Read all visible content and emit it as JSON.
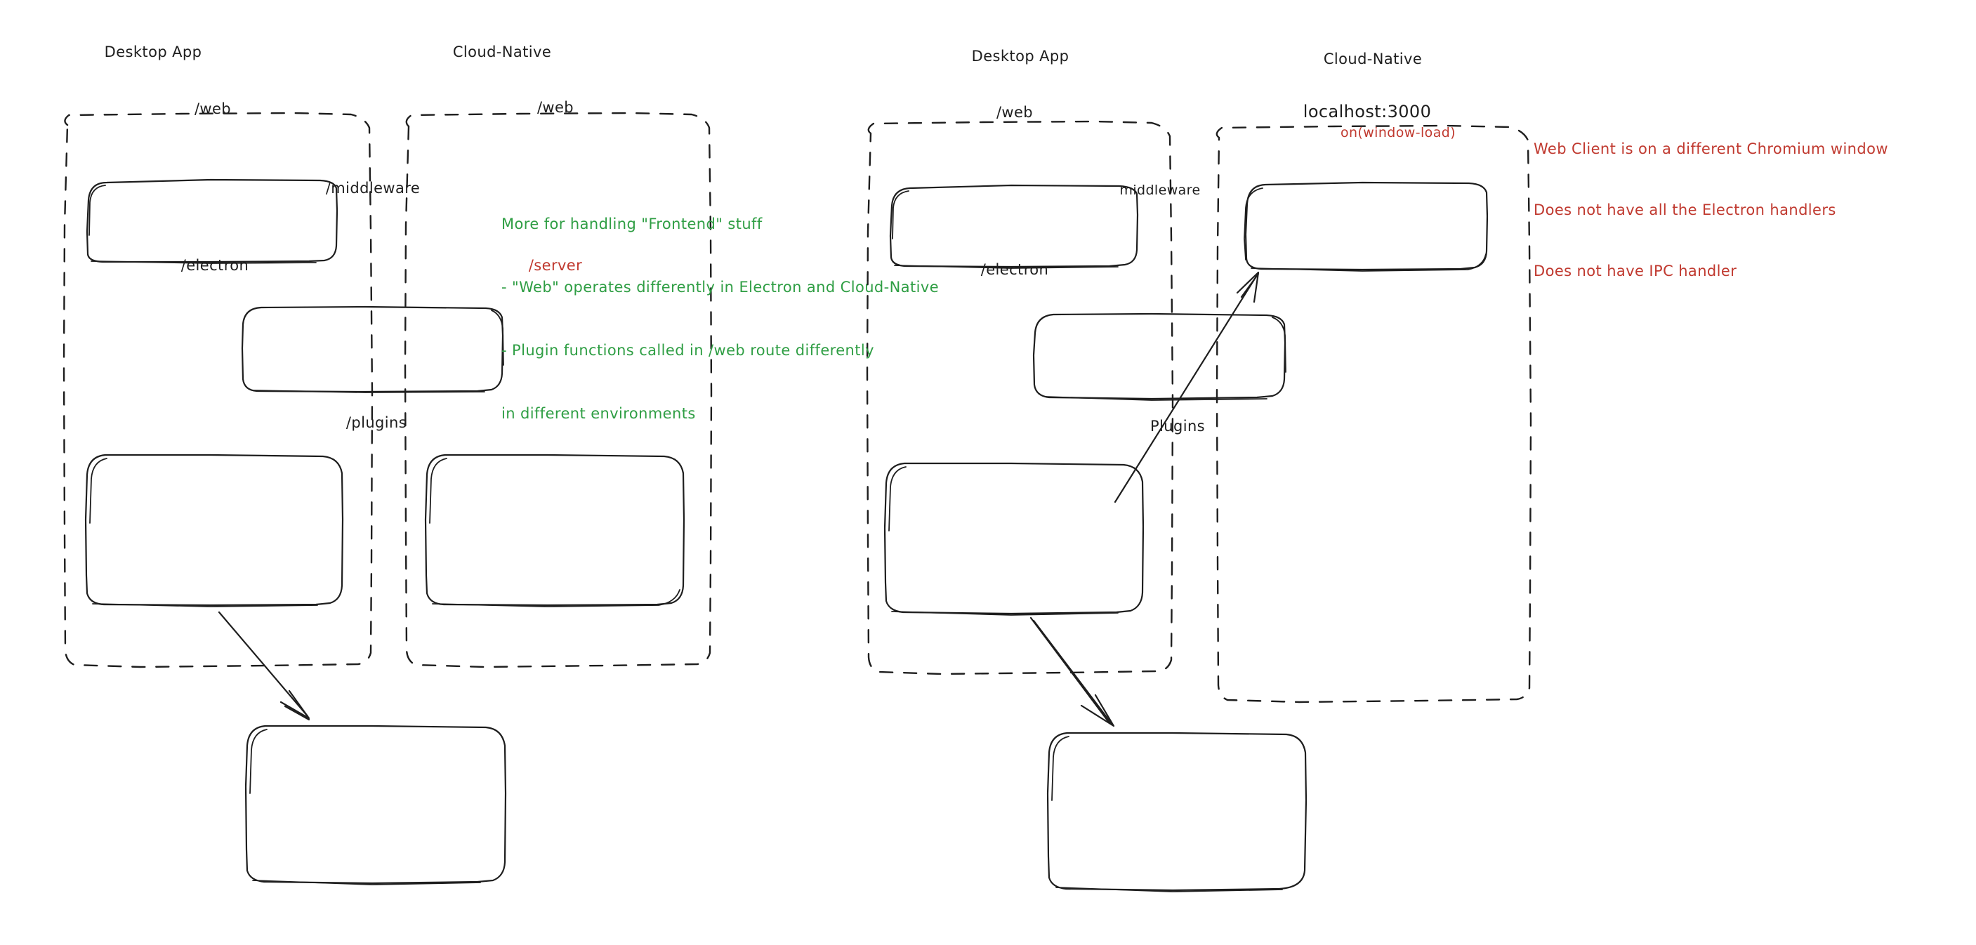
{
  "meta": {
    "kind": "hand-drawn-architecture-diagram",
    "background": "#ffffff",
    "ink_color": "#1e1e1e",
    "green_color": "#2f9e44",
    "red_color": "#c0392f"
  },
  "diagrams": [
    {
      "id": "left",
      "groups": [
        {
          "id": "left-desktop-app",
          "title": "Desktop App",
          "boxes": [
            {
              "id": "left-desktop-web",
              "label": "/web",
              "color": "ink"
            },
            {
              "id": "left-desktop-electron",
              "label": "/electron",
              "color": "ink"
            }
          ]
        },
        {
          "id": "left-cloud-native",
          "title": "Cloud-Native",
          "boxes": [
            {
              "id": "left-cloud-web",
              "label": "/web",
              "color": "ink"
            },
            {
              "id": "left-cloud-server",
              "label": "/server",
              "color": "red"
            }
          ]
        }
      ],
      "spanning_boxes": [
        {
          "id": "left-middleware",
          "label": "/middleware",
          "color": "ink"
        }
      ],
      "outside_boxes": [
        {
          "id": "left-plugins",
          "label": "/plugins",
          "color": "ink"
        }
      ],
      "arrows": [
        {
          "id": "left-electron-to-plugins",
          "from": "left-desktop-electron",
          "to": "left-plugins"
        }
      ]
    },
    {
      "id": "right",
      "groups": [
        {
          "id": "right-desktop-app",
          "title": "Desktop App",
          "boxes": [
            {
              "id": "right-desktop-web",
              "label": "/web",
              "color": "ink"
            },
            {
              "id": "right-desktop-electron",
              "label": "/electron",
              "color": "ink"
            }
          ]
        },
        {
          "id": "right-cloud-native",
          "title": "Cloud-Native",
          "boxes": [
            {
              "id": "right-localhost",
              "label": "localhost:3000",
              "sublabel": "on(window-load)",
              "color": "ink",
              "sublabel_color": "red"
            }
          ]
        }
      ],
      "spanning_boxes": [
        {
          "id": "right-middleware",
          "label": "middleware",
          "color": "ink"
        }
      ],
      "outside_boxes": [
        {
          "id": "right-plugins",
          "label": "Plugins",
          "color": "ink"
        }
      ],
      "arrows": [
        {
          "id": "right-electron-to-plugins",
          "from": "right-desktop-electron",
          "to": "right-plugins"
        },
        {
          "id": "right-electron-to-localhost",
          "from": "right-desktop-electron",
          "to": "right-localhost"
        }
      ]
    }
  ],
  "annotations": [
    {
      "id": "green-note",
      "color": "#2f9e44",
      "lines": [
        "More for handling \"Frontend\" stuff",
        "- \"Web\" operates differently in Electron and Cloud-Native",
        "- Plugin functions called in /web route differently",
        "in different environments"
      ]
    },
    {
      "id": "red-note",
      "color": "#c0392f",
      "lines": [
        "Web Client is on a different Chromium window",
        "Does not have all the Electron handlers",
        "Does not have IPC handler"
      ]
    }
  ]
}
